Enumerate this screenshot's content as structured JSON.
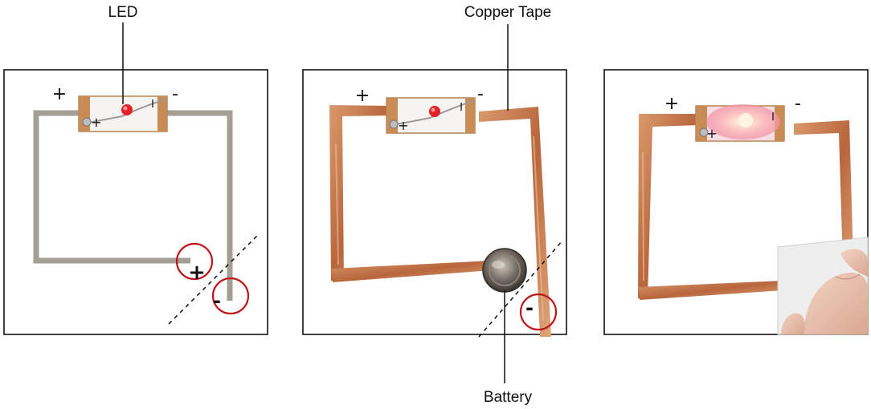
{
  "labels": {
    "led": "LED",
    "copper_tape": "Copper Tape",
    "battery": "Battery"
  },
  "signs": {
    "plus": "+",
    "minus": "-",
    "led_plus": "+",
    "led_minus": "I"
  },
  "colors": {
    "outline_trace": "#a59e95",
    "copper": "#c8794a",
    "highlight_circle": "#c0161b",
    "led_red": "#e8202a",
    "led_glow": "#f7b7c4"
  }
}
